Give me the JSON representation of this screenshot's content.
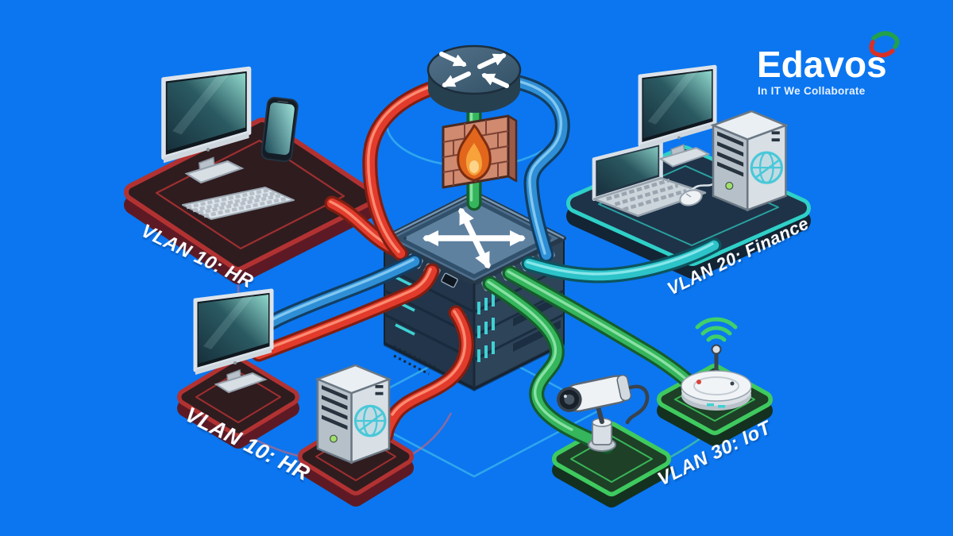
{
  "logo": {
    "wordmark": "Edavos",
    "tagline": "In IT We Collaborate"
  },
  "labels": {
    "vlan10_top": "VLAN 10: HR",
    "vlan10_bottom": "VLAN 10: HR",
    "vlan20": "VLAN 20: Finance",
    "vlan30": "VLAN 30: IoT"
  },
  "zones": [
    {
      "id": "vlan10_top",
      "label": "VLAN 10: HR",
      "theme": "red",
      "devices": [
        "desktop-monitor",
        "smartphone",
        "keyboard"
      ]
    },
    {
      "id": "vlan10_bottom",
      "label": "VLAN 10: HR",
      "theme": "red",
      "devices": [
        "desktop-monitor",
        "desktop-tower"
      ]
    },
    {
      "id": "vlan20",
      "label": "VLAN 20: Finance",
      "theme": "teal",
      "devices": [
        "laptop",
        "desktop-monitor",
        "mouse",
        "desktop-tower"
      ]
    },
    {
      "id": "vlan30",
      "label": "VLAN 30: IoT",
      "theme": "green",
      "devices": [
        "cctv-camera",
        "iot-hub"
      ]
    }
  ],
  "icons": {
    "router": "crossed-arrows-disc",
    "firewall": "brick-wall-flame",
    "switch": "multi-direction-arrows-cube",
    "wifi": "signal-arcs",
    "globe": "globe-circle",
    "logo_swoosh": "red-green-crescents"
  },
  "colors": {
    "bg": "#0b76f0",
    "cable_red": "#e23b2c",
    "cable_red_dark": "#801e12",
    "cable_red_light": "#ff9a7e",
    "cable_blue": "#2f8fd6",
    "cable_blue_dark": "#123e63",
    "cable_blue_light": "#8ed1f5",
    "cable_teal": "#2cc3c9",
    "cable_teal_dark": "#0d545e",
    "cable_teal_light": "#96ecef",
    "cable_green": "#35b55c",
    "cable_green_dark": "#155c2c",
    "cable_green_light": "#98e9b0",
    "hr_top": "#2f1c1f",
    "hr_rim": "#b23232",
    "hr_side": "#5e1a24",
    "fin_top": "#1e3348",
    "fin_rim": "#2fd0c8",
    "fin_side": "#132434",
    "iot_top": "#1d4027",
    "iot_rim": "#3fca5f",
    "iot_side": "#143120",
    "switch_top": "#4f6f8d",
    "switch_plate": "#5f81a0",
    "switch_left": "#22354a",
    "switch_right": "#2e4459",
    "router_top": "#416179",
    "router_side": "#27404f",
    "brick": "#d08a6f",
    "brick_side": "#9c5a48",
    "brick_line": "#7c4234",
    "flame_outer": "#e2661c",
    "flame_inner": "#f7a23b",
    "flame_core": "#fcd489",
    "status_teal": "#3fd1d4",
    "led_purple": "#b65bd2",
    "led_green": "#8fd14f",
    "led_pink": "#e56fae",
    "device_light": "#e9eef2",
    "device_mid": "#b9c3cc",
    "device_dark": "#6b7884",
    "text_white": "#ffffff",
    "logo_green": "#22a04a",
    "logo_red": "#d93025",
    "trace_teal": "rgba(86,214,236,0.5)",
    "trace_red": "rgba(255,96,84,0.5)",
    "trace_green": "rgba(96,228,132,0.55)"
  }
}
